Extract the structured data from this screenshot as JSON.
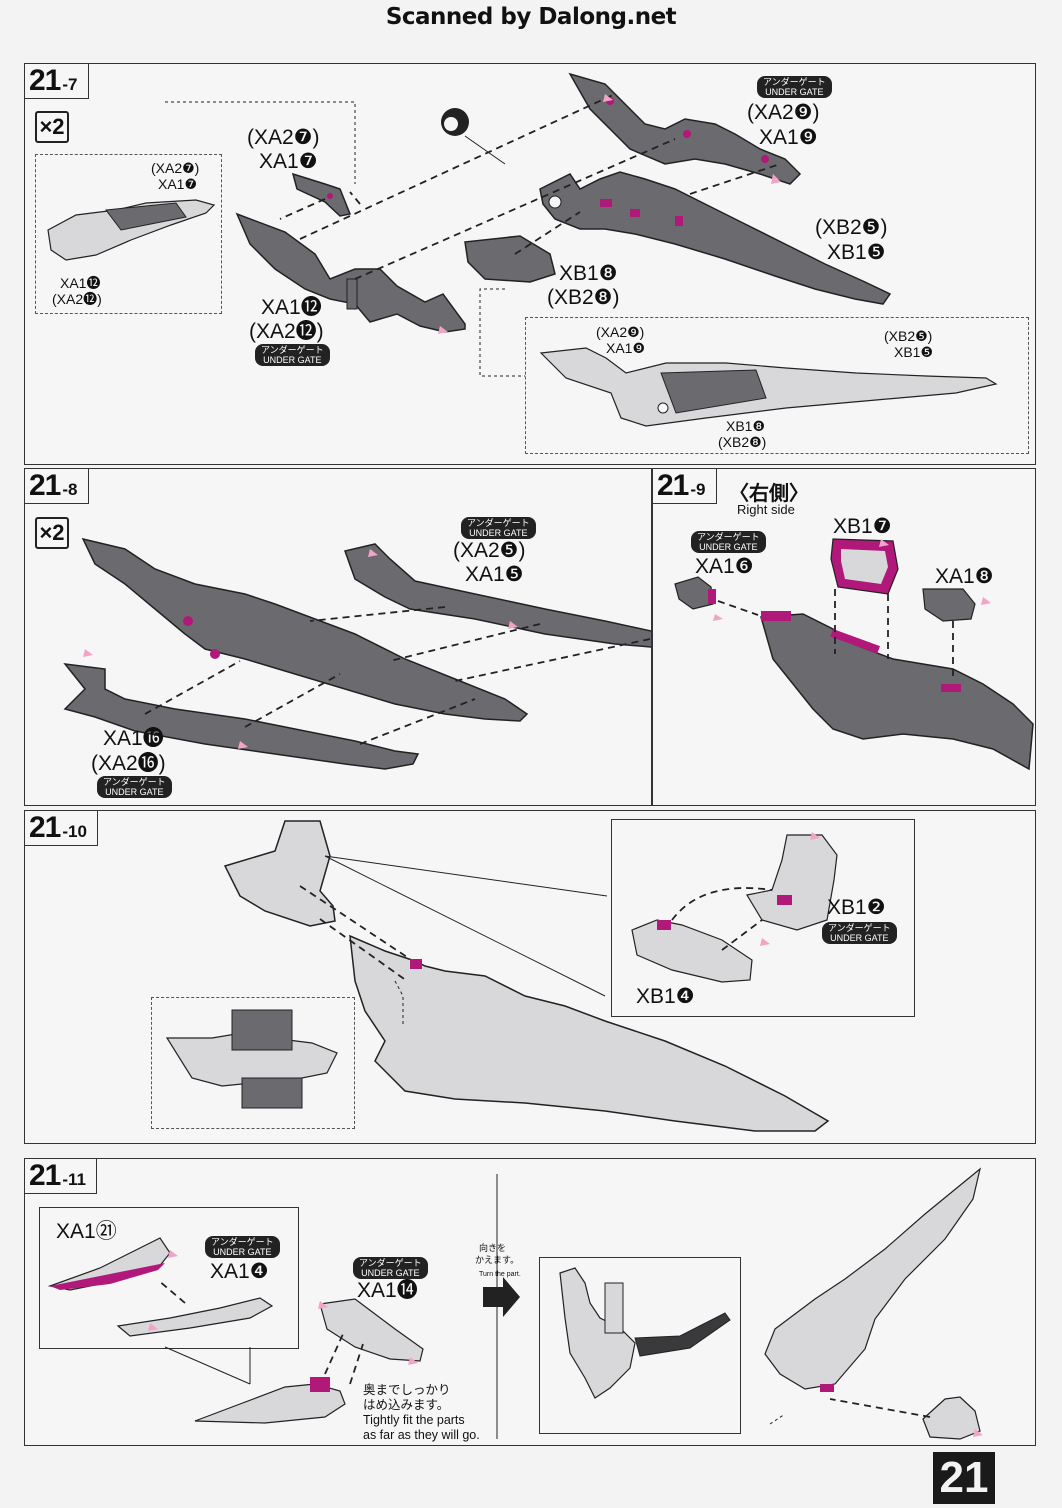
{
  "watermark": "Scanned by Dalong.net",
  "page_number": "21",
  "gate_label_jp": "アンダーゲート",
  "gate_label_en": "UNDER GATE",
  "steps": {
    "s7": {
      "major": "21",
      "minor": "-7",
      "qty": "×2",
      "labels": {
        "xa2_7": "(XA2❼)",
        "xa1_7": "XA1❼",
        "xa1_12": "XA1⓬",
        "xa2_12": "(XA2⓬)",
        "xa2_9": "(XA2❾)",
        "xa1_9": "XA1❾",
        "xb2_5": "(XB2❺)",
        "xb1_5": "XB1❺",
        "xb1_8": "XB1❽",
        "xb2_8": "(XB2❽)"
      }
    },
    "s8": {
      "major": "21",
      "minor": "-8",
      "qty": "×2",
      "labels": {
        "xa2_5": "(XA2❺)",
        "xa1_5": "XA1❺",
        "xa1_16": "XA1⓰",
        "xa2_16": "(XA2⓰)"
      }
    },
    "s9": {
      "major": "21",
      "minor": "-9",
      "side_jp": "〈右側〉",
      "side_en": "Right side",
      "labels": {
        "xa1_6": "XA1❻",
        "xb1_7": "XB1❼",
        "xa1_8": "XA1❽"
      }
    },
    "s10": {
      "major": "21",
      "minor": "-10",
      "labels": {
        "xb1_2": "XB1❷",
        "xb1_4": "XB1❹"
      }
    },
    "s11": {
      "major": "21",
      "minor": "-11",
      "labels": {
        "xa1_21": "XA1㉑",
        "xa1_4": "XA1❹",
        "xa1_14": "XA1⓮"
      },
      "turn_jp_1": "向きを",
      "turn_jp_2": "かえます。",
      "turn_en": "Turn the part.",
      "fit_jp_1": "奥までしっかり",
      "fit_jp_2": "はめ込みます。",
      "fit_en_1": "Tightly fit the parts",
      "fit_en_2": "as far as they will go."
    }
  },
  "colors": {
    "part_fill": "#6b6b6f",
    "part_light": "#d8d8da",
    "accent": "#b0187a",
    "marker": "#f2a4c6"
  }
}
